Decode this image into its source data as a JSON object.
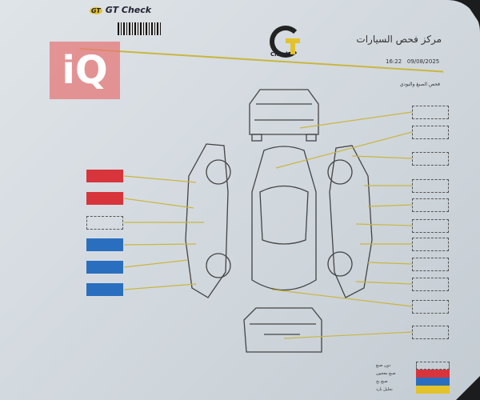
{
  "header": {
    "brand": "GT Check",
    "logo_text": "Check",
    "center_name": "مركز فحص السيارات",
    "time": "16:22",
    "date": "09/08/2025",
    "subtitle": "فحص الصبغ والبودي"
  },
  "watermark": "iQ",
  "left_boxes": [
    {
      "color": "#d8343c"
    },
    {
      "color": "#d8343c"
    },
    {
      "color": "empty"
    },
    {
      "color": "#2a6fbf"
    },
    {
      "color": "#2a6fbf"
    },
    {
      "color": "#2a6fbf"
    }
  ],
  "right_boxes": [
    "empty",
    "empty",
    "empty",
    "empty",
    "empty",
    "empty",
    "empty",
    "empty",
    "empty",
    "empty",
    "empty"
  ],
  "legend": [
    {
      "label": "دون صبغ",
      "color": "empty"
    },
    {
      "label": "صبغ معجون",
      "color": "#d8343c"
    },
    {
      "label": "صبغ بخ",
      "color": "#2a6fbf"
    },
    {
      "label": "تحليل بارد",
      "color": "#e3c22a"
    }
  ]
}
